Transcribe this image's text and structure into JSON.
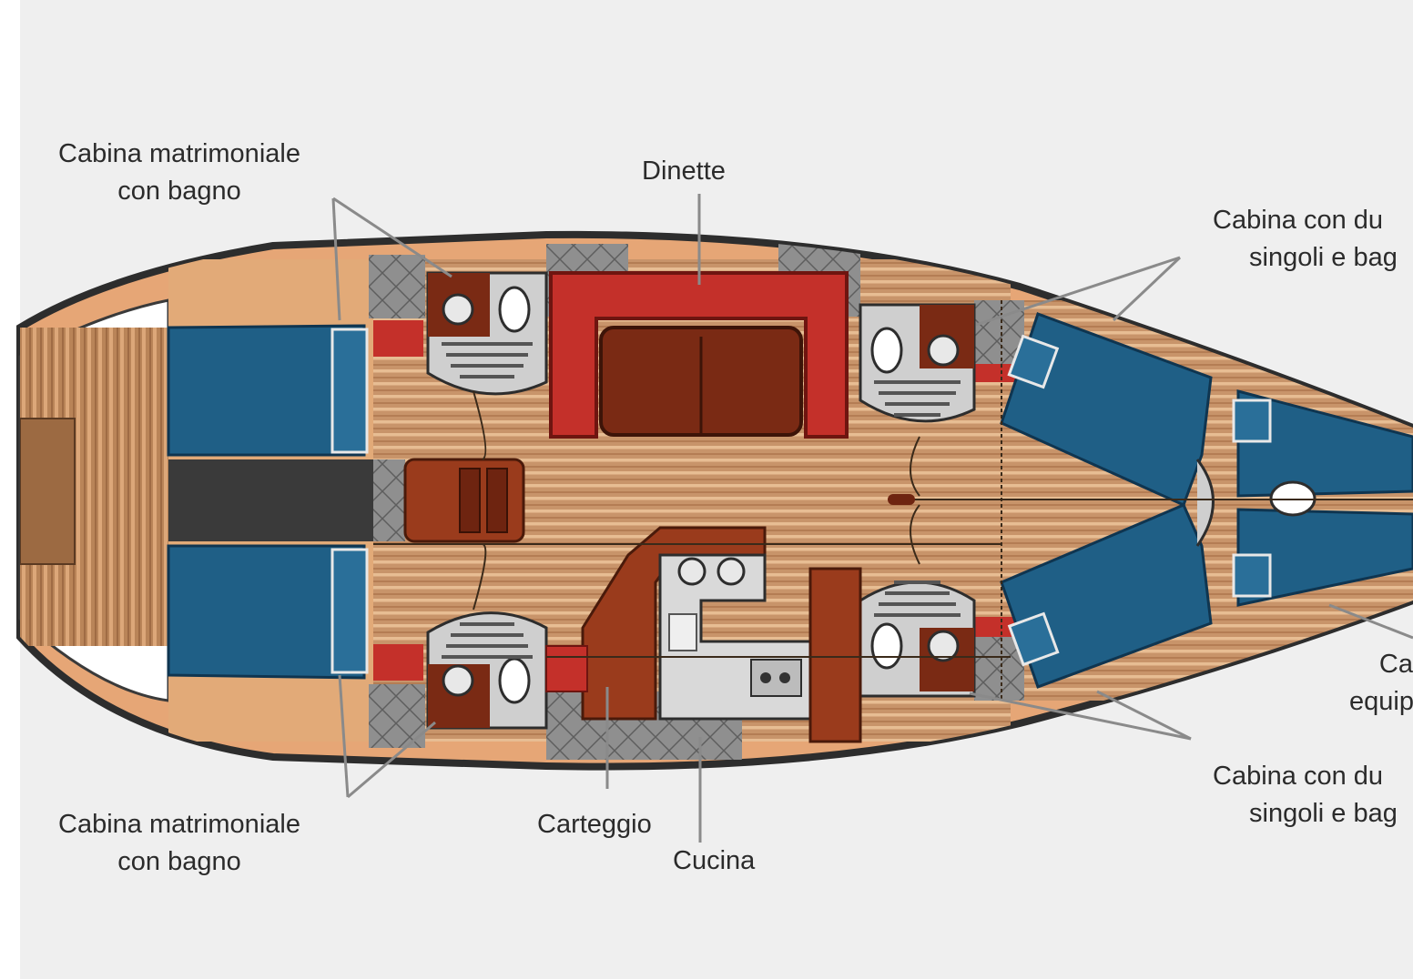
{
  "labels": {
    "cabin_master_top": [
      "Cabina matrimoniale",
      "con bagno"
    ],
    "dinette": "Dinette",
    "cabin_twin_top": [
      "Cabina con du",
      "singoli e bag"
    ],
    "cabin_crew": [
      "Ca",
      "equip"
    ],
    "cabin_twin_bottom": [
      "Cabina con du",
      "singoli e bag"
    ],
    "cabin_master_bottom": [
      "Cabina matrimoniale",
      "con bagno"
    ],
    "carteggio": "Carteggio",
    "cucina": "Cucina"
  },
  "colors": {
    "background": "#efefef",
    "hull_outline": "#2d2d2d",
    "teak_floor": "#c8946a",
    "wood_panel": "#e2aa78",
    "berth_blue": "#1f5f86",
    "dinette_red": "#c4302a",
    "dark_wood": "#7a2a14",
    "head_grey": "#cfcfcf",
    "leader_line": "#8a8a8a"
  }
}
